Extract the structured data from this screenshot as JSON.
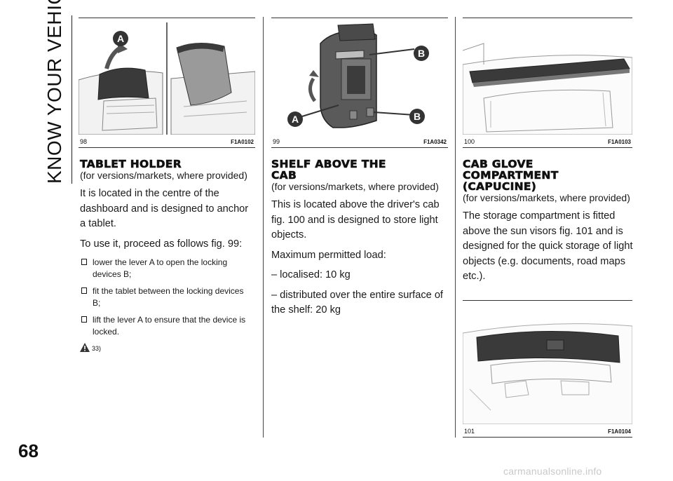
{
  "side_tab": "KNOW YOUR VEHICLE",
  "page_number": "68",
  "figures": {
    "f98": {
      "num": "98",
      "code": "F1A0102",
      "callout_a": "A"
    },
    "f99": {
      "num": "99",
      "code": "F1A0342",
      "callout_a": "A",
      "callout_b": "B"
    },
    "f100": {
      "num": "100",
      "code": "F1A0103"
    },
    "f101": {
      "num": "101",
      "code": "F1A0104"
    }
  },
  "section1": {
    "heading": "TABLET HOLDER",
    "subtitle": "(for versions/markets, where provided)",
    "p1": "It is located in the centre of the dashboard and is designed to anchor a tablet.",
    "p2": "To use it, proceed as follows fig. 99:",
    "steps": [
      "lower the lever A to open the locking devices B;",
      "fit the tablet between the locking devices B;",
      "lift the lever A to ensure that the device is locked."
    ],
    "warning_ref": "33)"
  },
  "section2": {
    "heading_line1": "SHELF ABOVE THE",
    "heading_line2": "CAB",
    "subtitle": "(for versions/markets, where provided)",
    "p1": "This is located above the driver's cab fig. 100 and is designed to store light objects.",
    "p2": "Maximum permitted load:",
    "p3": "– localised: 10 kg",
    "p4": "– distributed over the entire surface of the shelf: 20 kg"
  },
  "section3": {
    "heading_line1": "CAB GLOVE",
    "heading_line2": "COMPARTMENT",
    "heading_line3": "(CAPUCINE)",
    "subtitle": "(for versions/markets, where provided)",
    "p1": "The storage compartment is fitted above the sun visors fig. 101 and is designed for the quick storage of light objects (e.g. documents, road maps etc.)."
  },
  "watermark": "carmanualsonline.info",
  "colors": {
    "callout_fill": "#333333",
    "accent_dark": "#2b2b2b"
  }
}
